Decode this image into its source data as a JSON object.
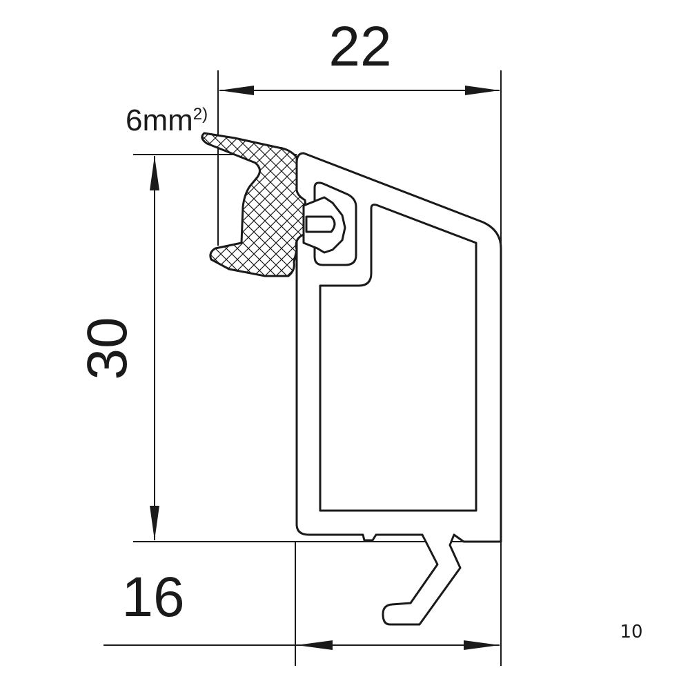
{
  "dimensions": {
    "width_top": "22",
    "height": "30",
    "width_bottom": "16",
    "gasket_size": "6mm",
    "gasket_note": "2)"
  },
  "page_number": "10"
}
